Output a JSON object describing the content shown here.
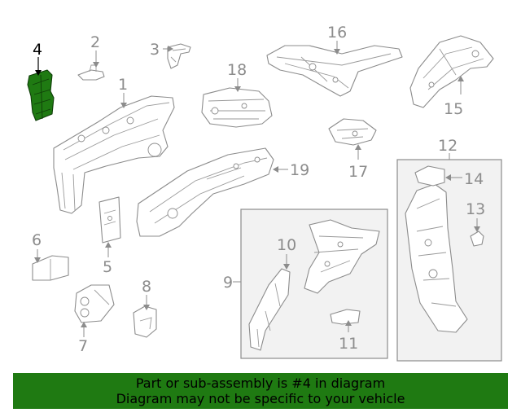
{
  "diagram": {
    "highlighted_callout": "4",
    "callouts": {
      "c1": "1",
      "c2": "2",
      "c3": "3",
      "c4": "4",
      "c5": "5",
      "c6": "6",
      "c7": "7",
      "c8": "8",
      "c9": "9",
      "c10": "10",
      "c11": "11",
      "c12": "12",
      "c13": "13",
      "c14": "14",
      "c15": "15",
      "c16": "16",
      "c17": "17",
      "c18": "18",
      "c19": "19"
    },
    "colors": {
      "highlight": "#1f7a12",
      "line_art": "#8c8c8c",
      "group_box_fill": "#f2f2f2"
    }
  },
  "banner": {
    "line1": "Part or sub-assembly is #4 in diagram",
    "line2": "Diagram may not be specific to your vehicle"
  }
}
